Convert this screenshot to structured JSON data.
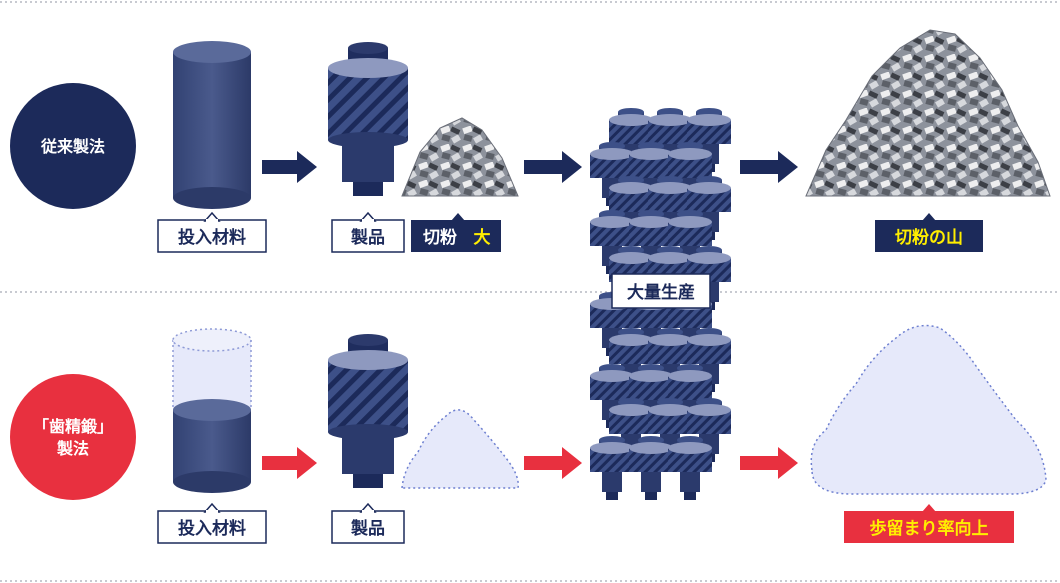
{
  "rows": {
    "conventional": {
      "label": "従来製法",
      "color": "#1c2a5a"
    },
    "new": {
      "label_line1": "「歯精鍛」",
      "label_line2": "製法",
      "color": "#e8303f"
    }
  },
  "labels": {
    "input_material": "投入材料",
    "product": "製品",
    "chips_prefix": "切粉",
    "chips_big": "大",
    "mass_production": "大量生産",
    "mountain_of_chips": "切粉の山",
    "yield_improvement": "歩留まり率向上"
  },
  "colors": {
    "navy": "#1c2a5a",
    "red": "#e8303f",
    "cylinder": "#3a4a7a",
    "ghost_fill": "#e6e9fa",
    "ghost_stroke": "#6d7fd0",
    "highlight_yellow": "#ffee00"
  }
}
